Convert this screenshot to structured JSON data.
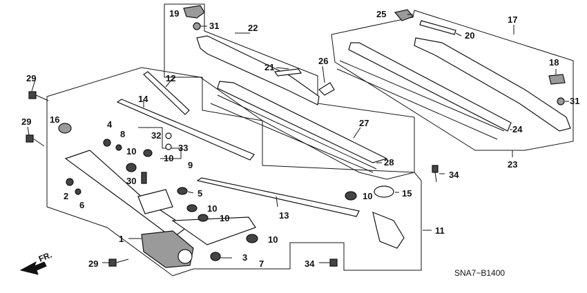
{
  "diagram": {
    "drawing_code": "SNA7−B1400",
    "direction_marker": "FR.",
    "callouts": [
      {
        "id": "c1",
        "text": "1"
      },
      {
        "id": "c2",
        "text": "2"
      },
      {
        "id": "c3",
        "text": "3"
      },
      {
        "id": "c4",
        "text": "4"
      },
      {
        "id": "c5",
        "text": "5"
      },
      {
        "id": "c6",
        "text": "6"
      },
      {
        "id": "c7",
        "text": "7"
      },
      {
        "id": "c8",
        "text": "8"
      },
      {
        "id": "c9",
        "text": "9"
      },
      {
        "id": "c10a",
        "text": "10"
      },
      {
        "id": "c10b",
        "text": "10"
      },
      {
        "id": "c10c",
        "text": "10"
      },
      {
        "id": "c10d",
        "text": "10"
      },
      {
        "id": "c10e",
        "text": "10"
      },
      {
        "id": "c10f",
        "text": "10"
      },
      {
        "id": "c11",
        "text": "11"
      },
      {
        "id": "c12",
        "text": "12"
      },
      {
        "id": "c13",
        "text": "13"
      },
      {
        "id": "c14",
        "text": "14"
      },
      {
        "id": "c15",
        "text": "15"
      },
      {
        "id": "c16",
        "text": "16"
      },
      {
        "id": "c17",
        "text": "17"
      },
      {
        "id": "c18",
        "text": "18"
      },
      {
        "id": "c19",
        "text": "19"
      },
      {
        "id": "c20",
        "text": "20"
      },
      {
        "id": "c21",
        "text": "21"
      },
      {
        "id": "c22",
        "text": "22"
      },
      {
        "id": "c23",
        "text": "23"
      },
      {
        "id": "c24",
        "text": "24"
      },
      {
        "id": "c25",
        "text": "25"
      },
      {
        "id": "c26",
        "text": "26"
      },
      {
        "id": "c27",
        "text": "27"
      },
      {
        "id": "c28",
        "text": "28"
      },
      {
        "id": "c29a",
        "text": "29"
      },
      {
        "id": "c29b",
        "text": "29"
      },
      {
        "id": "c29c",
        "text": "29"
      },
      {
        "id": "c30",
        "text": "30"
      },
      {
        "id": "c31a",
        "text": "31"
      },
      {
        "id": "c31b",
        "text": "31"
      },
      {
        "id": "c32",
        "text": "32"
      },
      {
        "id": "c33",
        "text": "33"
      },
      {
        "id": "c34a",
        "text": "34"
      },
      {
        "id": "c34b",
        "text": "34"
      }
    ]
  }
}
